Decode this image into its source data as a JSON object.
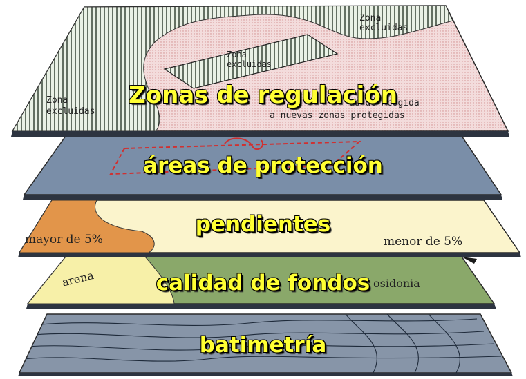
{
  "layers": [
    {
      "title": "Zonas de regulación"
    },
    {
      "title": "áreas de protección"
    },
    {
      "title": "pendientes"
    },
    {
      "title": "calidad de fondos"
    },
    {
      "title": "batimetría"
    }
  ],
  "regulation": {
    "excluded_label_1": "Zona",
    "excluded_label_2": "excluidas",
    "capacity_label_1": "ud de Acogida",
    "capacity_label_2": "a nuevas zonas protegidas"
  },
  "slopes": {
    "high_label": "mayor de 5%",
    "low_label": "menor de 5%"
  },
  "seabed": {
    "sand_label": "arena",
    "posidonia_label": "osidonia"
  },
  "colors": {
    "title_text": "#ffff33",
    "regulation_fill": "#f3dcdc",
    "protection_fill": "#7a8ea8",
    "slopes_fill": "#fbf4cc",
    "slope_high_fill": "#e2954a",
    "sand_fill": "#f7f0a8",
    "posidonia_fill": "#8aa86a",
    "bathymetry_fill": "#8795a8"
  }
}
